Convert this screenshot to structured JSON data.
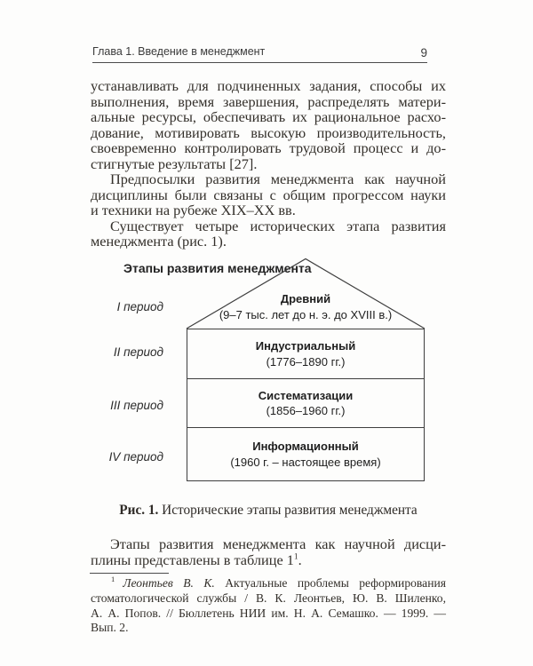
{
  "colors": {
    "paper": "#fdfdfc",
    "ink": "#332f2a",
    "diagram_line": "#3e3e3e"
  },
  "header": {
    "chapter": "Глава 1. Введение в менеджмент",
    "page_number": "9"
  },
  "paragraphs": {
    "p1": {
      "lines": [
        "устанавливать для подчиненных задания, способы их",
        "выполнения, время завершения, распределять матери-",
        "альные ресурсы, обеспечивать их рациональное расхо-",
        "дование, мотивировать высокую производительность,",
        "своевременно контролировать трудовой процесс и до-",
        "стигнутые результаты [27]."
      ]
    },
    "p2": {
      "lines": [
        "Предпосылки развития менеджмента как научной",
        "дисциплины были связаны с общим прогрессом науки",
        "и техники на рубеже XIX–XX вв."
      ]
    },
    "p3": {
      "lines": [
        "Существует четыре исторических этапа развития",
        "менеджмента (рис. 1)."
      ]
    },
    "p4": {
      "line1": "Этапы развития менеджмента как научной дисци-",
      "line2_pre": "плины представлены в таблице 1",
      "footnote_ref": "1",
      "line2_post": "."
    }
  },
  "figure": {
    "title": "Этапы развития менеджмента",
    "periods": [
      {
        "label": "I период",
        "name": "Древний",
        "years": "(9–7 тыс. лет до н. э. до XVIII в.)"
      },
      {
        "label": "II период",
        "name": "Индустриальный",
        "years": "(1776–1890 гг.)"
      },
      {
        "label": "III период",
        "name": "Систематизации",
        "years": "(1856–1960 гг.)"
      },
      {
        "label": "IV период",
        "name": "Информационный",
        "years": "(1960 г. – настоящее время)"
      }
    ],
    "caption_label": "Рис. 1.",
    "caption_rest": " Исторические этапы развития менеджмента"
  },
  "footnote": {
    "marker": "1",
    "author": "Леонтьев В. К.",
    "line1_rest": " Актуальные проблемы реформирования",
    "line2": "стоматологической службы / В. К. Леонтьев, Ю. В. Шиленко,",
    "line3": "А. А. Попов. // Бюллетень НИИ им. Н. А. Семашко. — 1999. —",
    "line4": "Вып. 2."
  }
}
